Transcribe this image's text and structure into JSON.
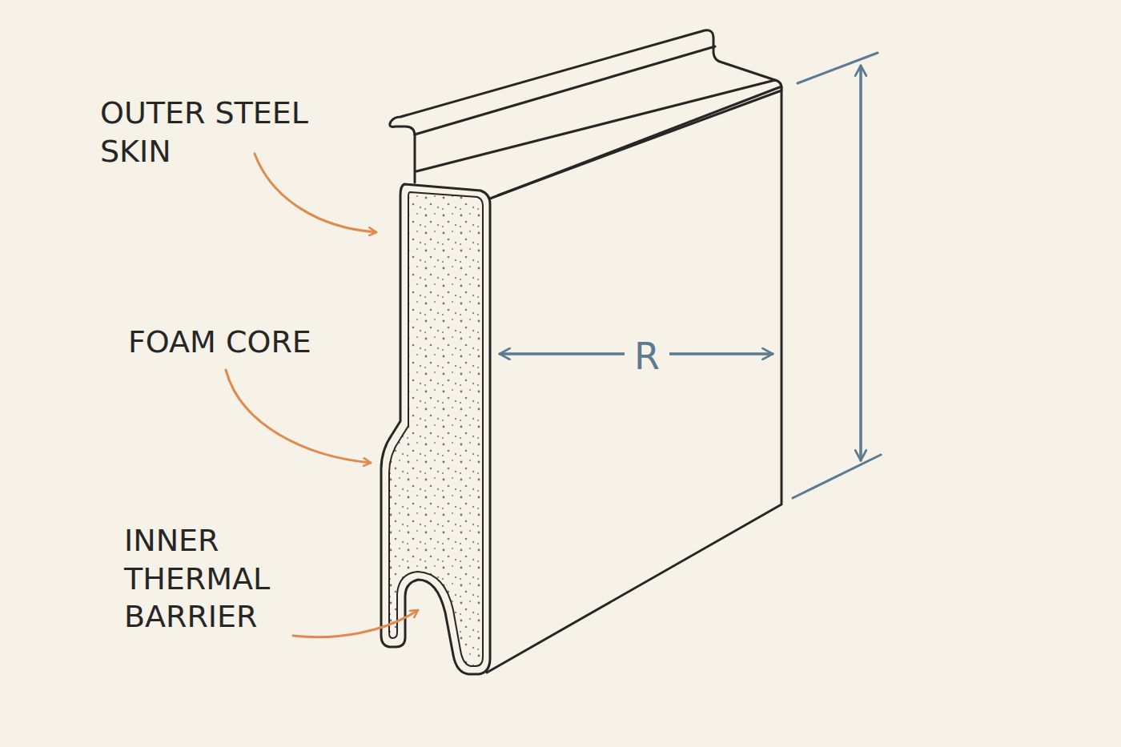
{
  "diagram": {
    "labels": [
      "OUTER STEEL SKIN",
      "FOAM CORE",
      "INNER THERMAL BARRIER",
      "R"
    ]
  }
}
